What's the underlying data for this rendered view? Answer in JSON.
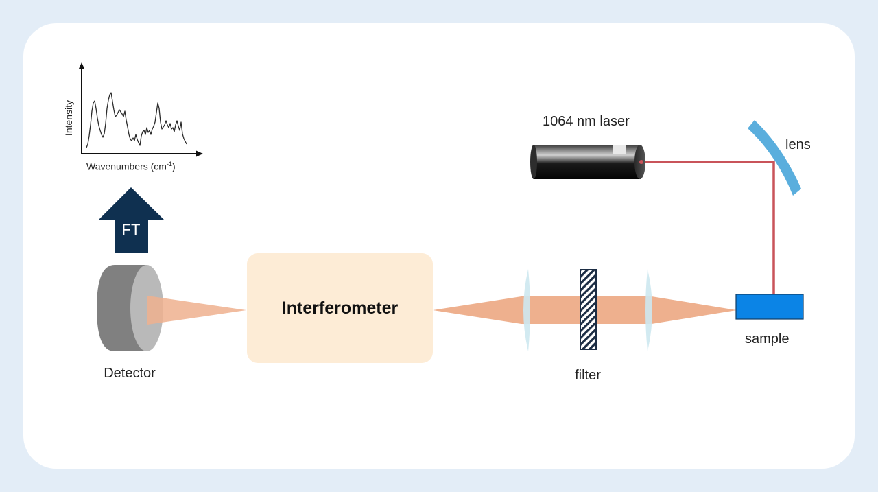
{
  "labels": {
    "laser": "1064 nm laser",
    "lens": "lens",
    "sample": "sample",
    "filter": "filter",
    "interferometer": "Interferometer",
    "detector": "Detector",
    "ft": "FT"
  },
  "spectrum": {
    "xlabel": "Wavenumbers (cm",
    "xlabel_sup": "-1",
    "xlabel_end": ")",
    "ylabel": "Intensity"
  },
  "colors": {
    "page_background": "#e3edf7",
    "card": "#ffffff",
    "laser_beam": "#c9545a",
    "scatter_beam": "#eeb08e",
    "lens": "#5aaedd",
    "sample": "#0b84e6",
    "interferometer_box": "#fdecd6",
    "ft_arrow": "#0f3050",
    "detector_body": "#808080",
    "detector_face": "#b9b9b9"
  }
}
